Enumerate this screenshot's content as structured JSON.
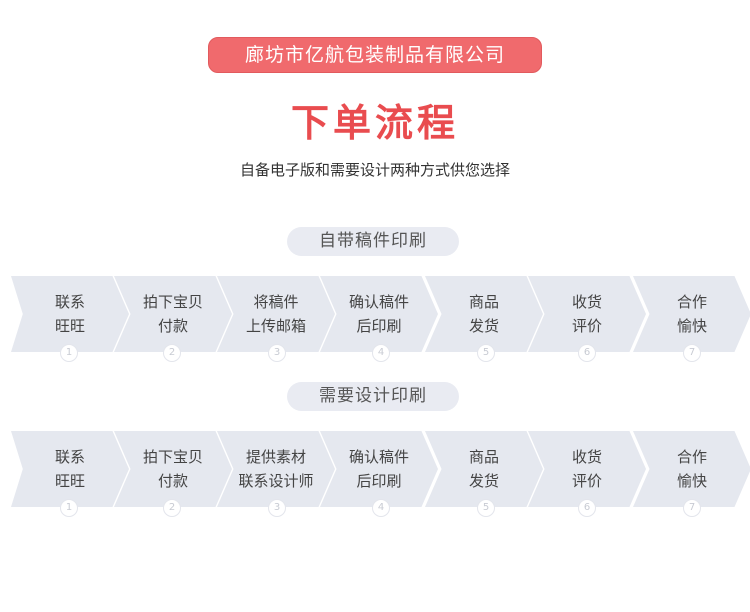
{
  "header": {
    "company": "廊坊市亿航包装制品有限公司",
    "title": "下单流程",
    "subtitle": "自备电子版和需要设计两种方式供您选择"
  },
  "colors": {
    "accent": "#f06a6d",
    "title": "#e94c4f",
    "chevron": "#e5e8ef",
    "pill": "#e9ebf2"
  },
  "sections": [
    {
      "label": "自带稿件印刷",
      "steps": [
        {
          "line1": "联系",
          "line2": "旺旺",
          "num": "1"
        },
        {
          "line1": "拍下宝贝",
          "line2": "付款",
          "num": "2"
        },
        {
          "line1": "将稿件",
          "line2": "上传邮箱",
          "num": "3"
        },
        {
          "line1": "确认稿件",
          "line2": "后印刷",
          "num": "4"
        },
        {
          "line1": "商品",
          "line2": "发货",
          "num": "5"
        },
        {
          "line1": "收货",
          "line2": "评价",
          "num": "6"
        },
        {
          "line1": "合作",
          "line2": "愉快",
          "num": "7"
        }
      ]
    },
    {
      "label": "需要设计印刷",
      "steps": [
        {
          "line1": "联系",
          "line2": "旺旺",
          "num": "1"
        },
        {
          "line1": "拍下宝贝",
          "line2": "付款",
          "num": "2"
        },
        {
          "line1": "提供素材",
          "line2": "联系设计师",
          "num": "3"
        },
        {
          "line1": "确认稿件",
          "line2": "后印刷",
          "num": "4"
        },
        {
          "line1": "商品",
          "line2": "发货",
          "num": "5"
        },
        {
          "line1": "收货",
          "line2": "评价",
          "num": "6"
        },
        {
          "line1": "合作",
          "line2": "愉快",
          "num": "7"
        }
      ]
    }
  ]
}
